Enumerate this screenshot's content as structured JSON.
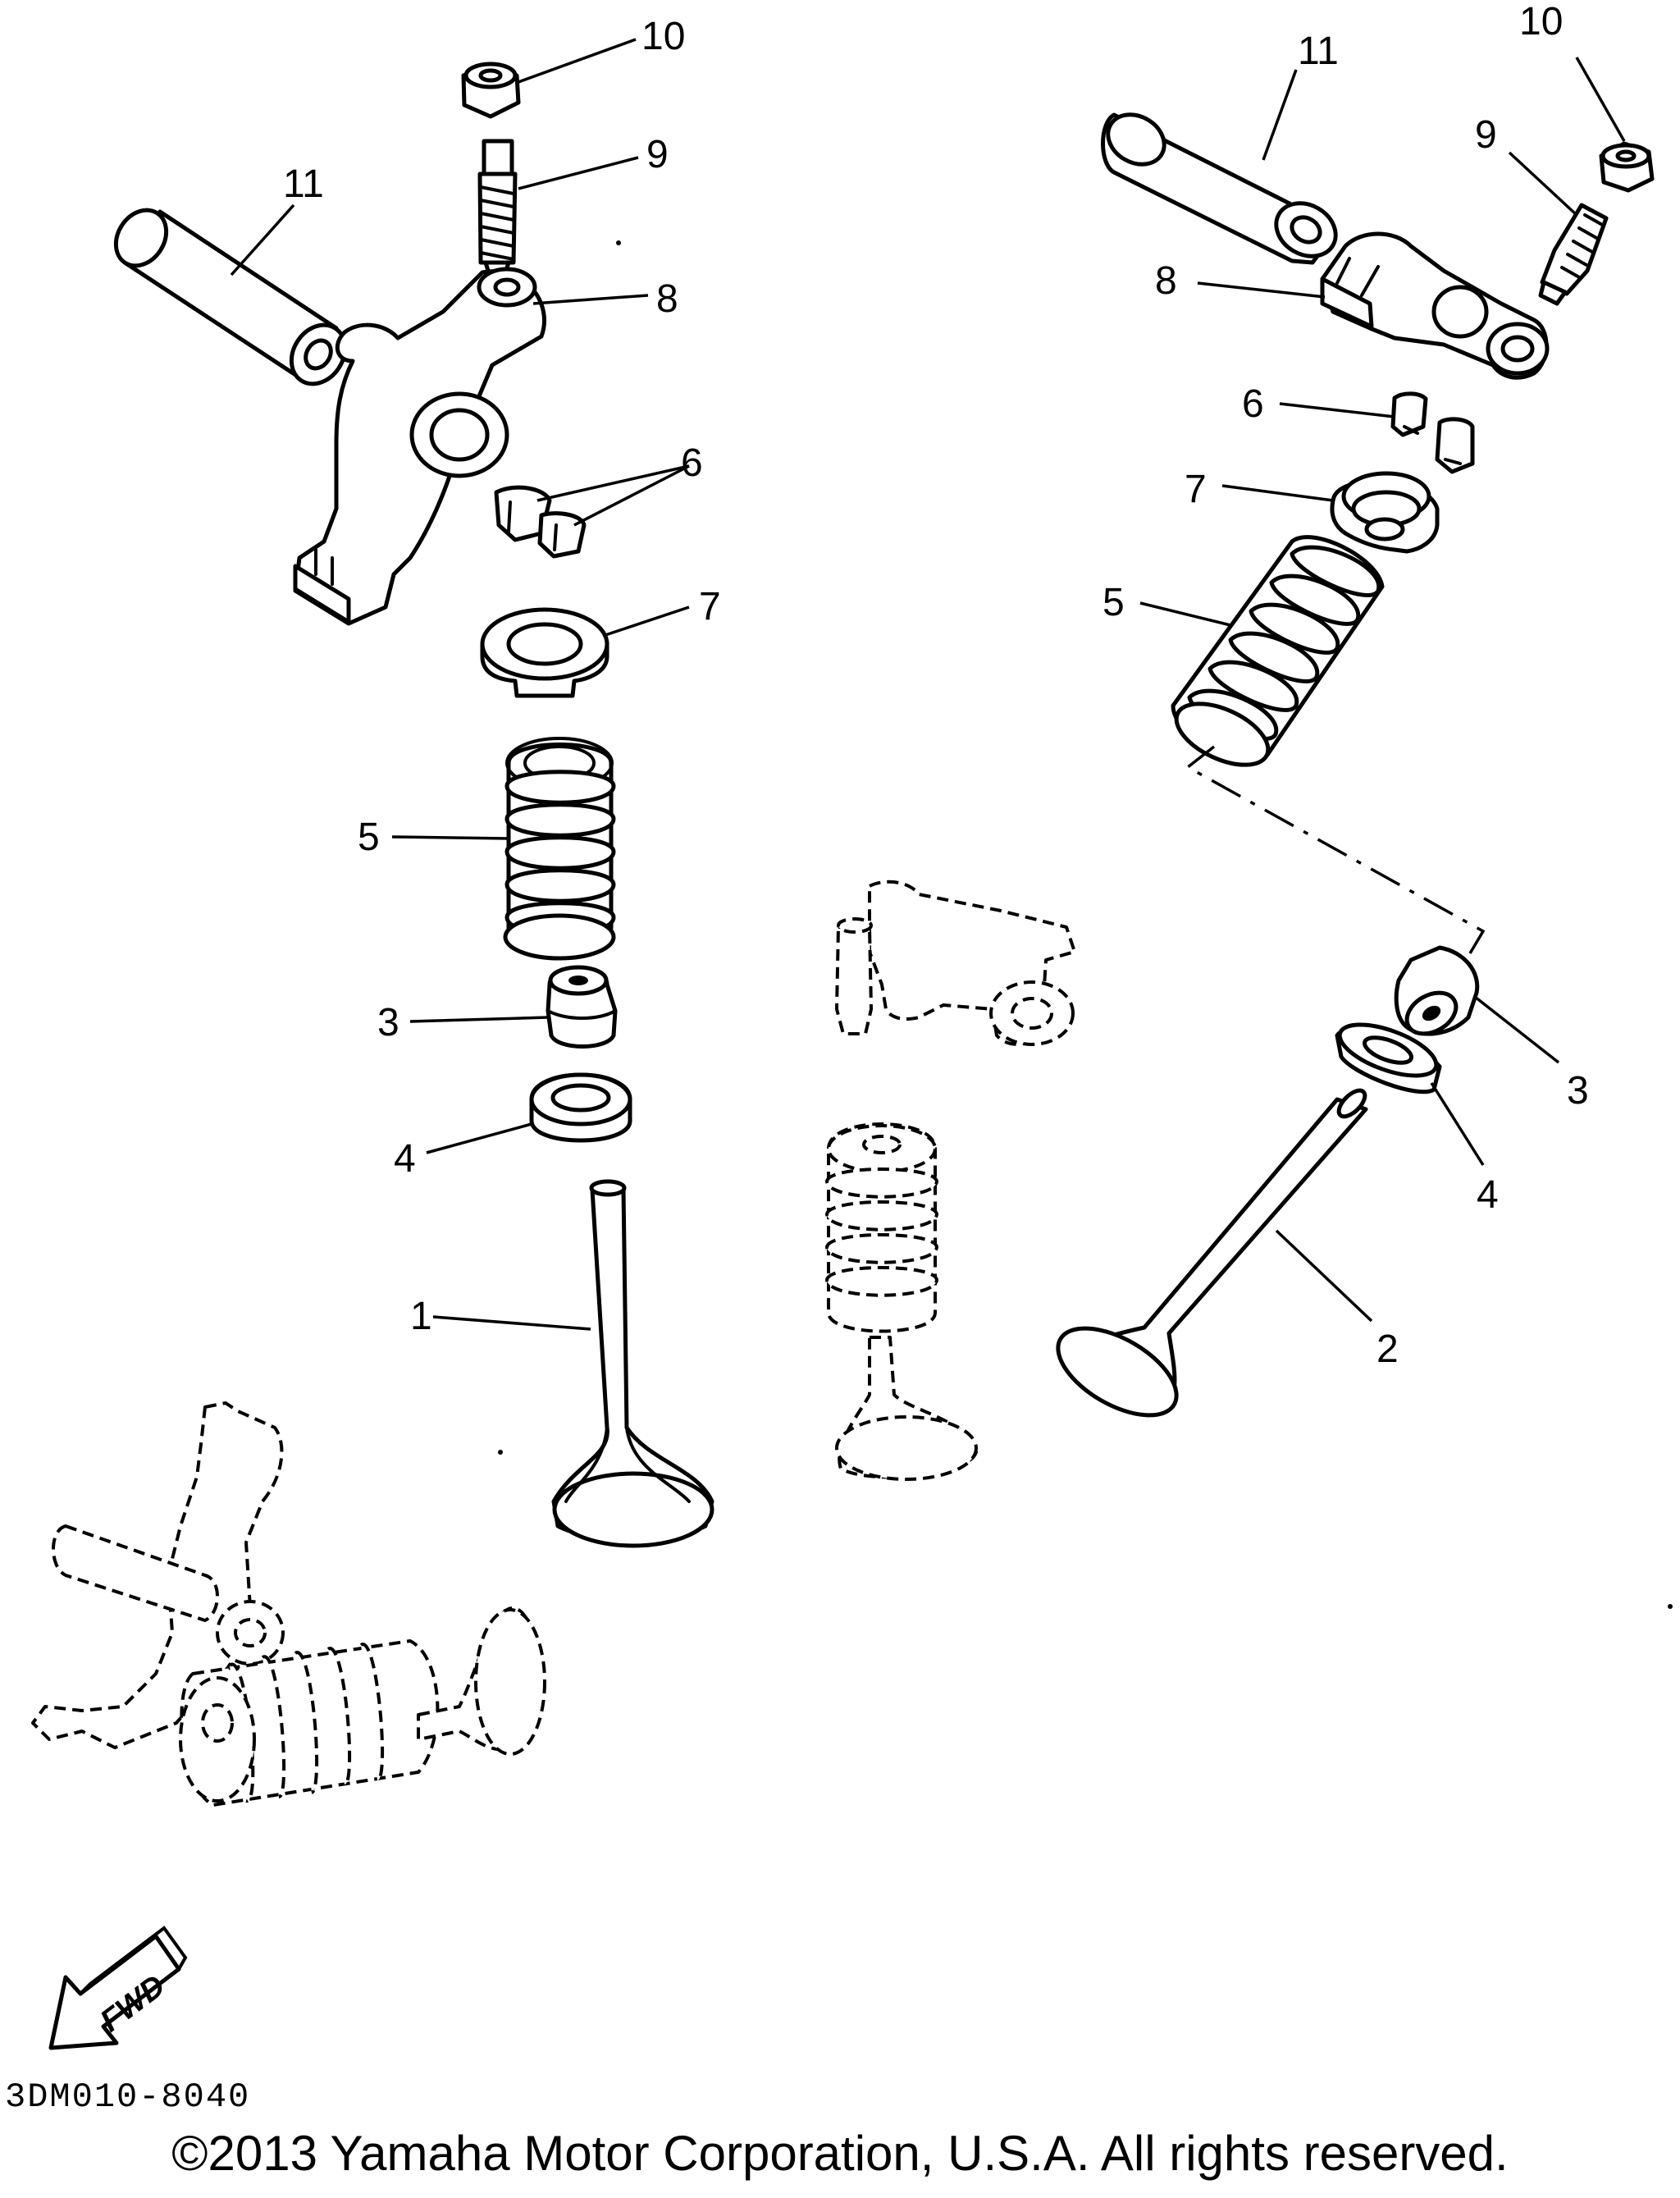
{
  "diagram": {
    "code": "3DM010-8040",
    "copyright": "©2013 Yamaha Motor Corporation, U.S.A. All rights reserved.",
    "fwd_label": "FWD"
  },
  "callouts": {
    "left": {
      "n1": "1",
      "n3": "3",
      "n4": "4",
      "n5": "5",
      "n6": "6",
      "n7": "7",
      "n8": "8",
      "n9": "9",
      "n10": "10",
      "n11": "11"
    },
    "right": {
      "n2": "2",
      "n3": "3",
      "n4": "4",
      "n5": "5",
      "n6": "6",
      "n7": "7",
      "n8": "8",
      "n9": "9",
      "n10": "10",
      "n11": "11"
    }
  }
}
